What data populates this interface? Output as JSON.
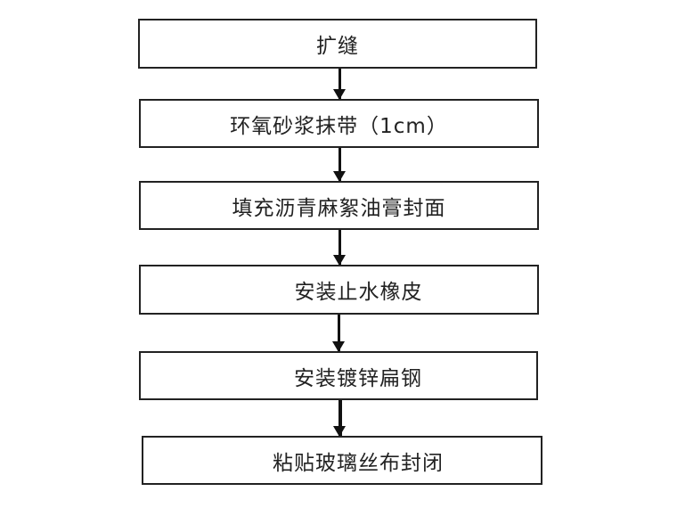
{
  "steps": [
    {
      "label": "扩缝"
    },
    {
      "label": "环氧砂浆抹带（1cm）"
    },
    {
      "label": "填充沥青麻絮油膏封面"
    },
    {
      "label": "安装止水橡皮"
    },
    {
      "label": "安装镀锌扁钢"
    },
    {
      "label": "粘贴玻璃丝布封闭"
    }
  ]
}
